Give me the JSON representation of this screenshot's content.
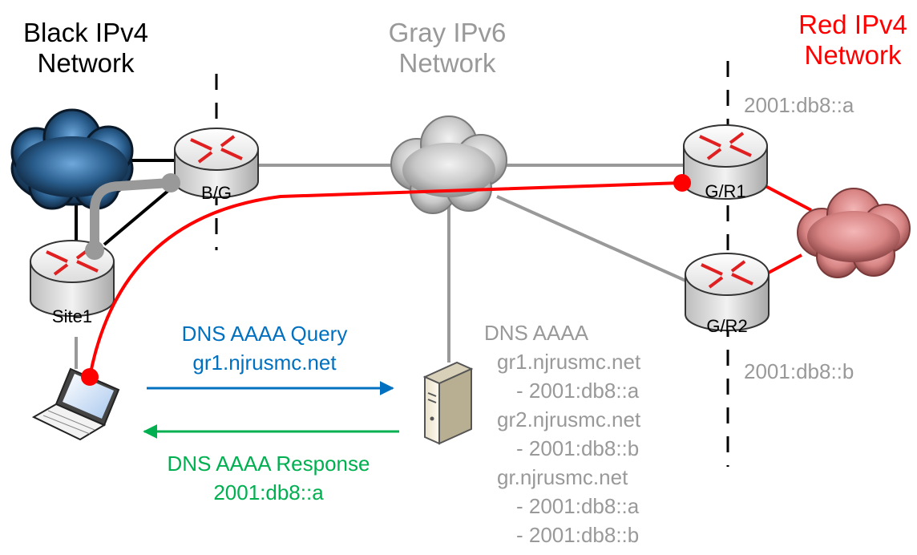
{
  "titles": {
    "black": [
      "Black IPv4",
      "Network"
    ],
    "gray": [
      "Gray IPv6",
      "Network"
    ],
    "red": [
      "Red IPv4",
      "Network"
    ]
  },
  "routers": {
    "bg": "B/G",
    "site1": "Site1",
    "gr1": "G/R1",
    "gr2": "G/R2"
  },
  "addresses": {
    "gr1": "2001:db8::a",
    "gr2": "2001:db8::b"
  },
  "query": {
    "line1": "DNS AAAA Query",
    "line2": "gr1.njrusmc.net"
  },
  "response": {
    "line1": "DNS AAAA Response",
    "line2": "2001:db8::a"
  },
  "dns_records": [
    "DNS AAAA",
    "gr1.njrusmc.net",
    "- 2001:db8::a",
    "gr2.njrusmc.net",
    "- 2001:db8::b",
    "gr.njrusmc.net",
    "- 2001:db8::a",
    "- 2001:db8::b"
  ],
  "colors": {
    "black_net": "#000000",
    "gray_net": "#999999",
    "red_net": "#ff0000",
    "query": "#0070c0",
    "response": "#00b050",
    "router_arrow": "#e02020",
    "path": "#ff0000"
  }
}
